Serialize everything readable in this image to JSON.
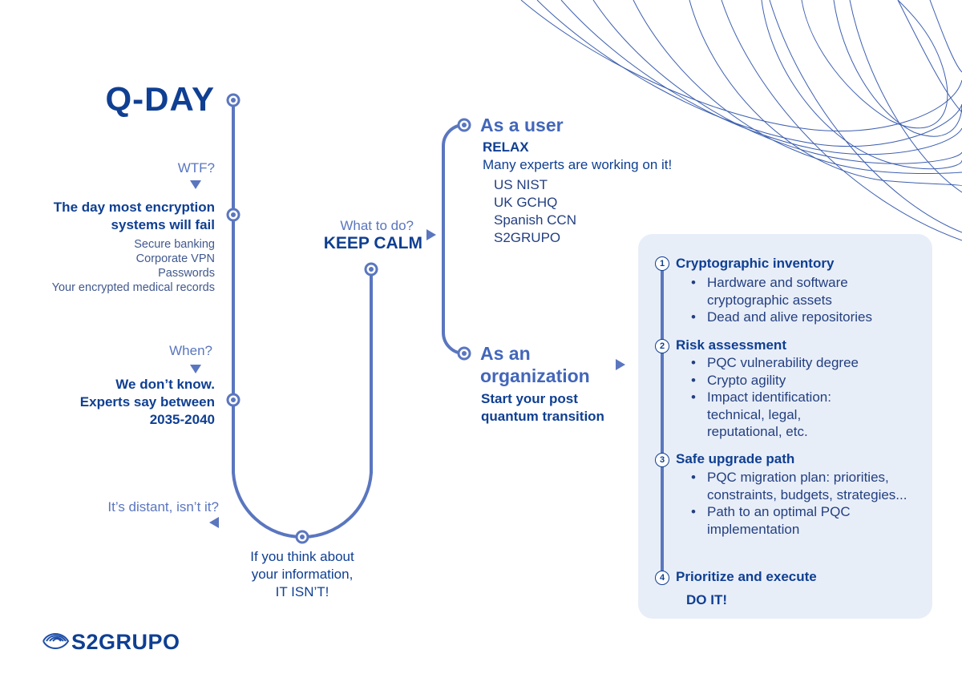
{
  "title": "Q-DAY",
  "left": {
    "q1": "WTF?",
    "a1_line1": "The day most encryption",
    "a1_line2": "systems will fail",
    "examples": [
      "Secure banking",
      "Corporate VPN",
      "Passwords",
      "Your encrypted medical records"
    ],
    "q2": "When?",
    "a2_line1": "We don’t know.",
    "a2_line2": "Experts say between",
    "a2_line3": "2035-2040",
    "q3": "It’s distant, isn’t it?",
    "bottom_line1": "If you think about",
    "bottom_line2": "your information,",
    "bottom_line3": "IT ISN’T!"
  },
  "center": {
    "question": "What to do?",
    "answer": "KEEP CALM"
  },
  "user": {
    "heading": "As a user",
    "relax": "RELAX",
    "sub": "Many experts are working on it!",
    "orgs": [
      "US NIST",
      "UK GCHQ",
      "Spanish CCN",
      "S2GRUPO"
    ]
  },
  "organization": {
    "heading_line1": "As an",
    "heading_line2": "organization",
    "sub_line1": "Start your post",
    "sub_line2": "quantum transition"
  },
  "steps": [
    {
      "num": "1",
      "title": "Cryptographic inventory",
      "bullets": [
        "Hardware and software cryptographic assets",
        "Dead and alive repositories"
      ]
    },
    {
      "num": "2",
      "title": "Risk assessment",
      "bullets": [
        "PQC vulnerability degree",
        "Crypto agility",
        "Impact identification: technical, legal, reputational, etc."
      ]
    },
    {
      "num": "3",
      "title": "Safe upgrade path",
      "bullets": [
        "PQC migration plan: priorities, constraints, budgets, strategies...",
        "Path to an optimal PQC implementation"
      ]
    },
    {
      "num": "4",
      "title": "Prioritize and execute",
      "final": "DO IT!"
    }
  ],
  "logo": "S2GRUPO",
  "colors": {
    "dark": "#0f3f92",
    "line": "#5a76bf",
    "panel": "#e8eef8"
  }
}
